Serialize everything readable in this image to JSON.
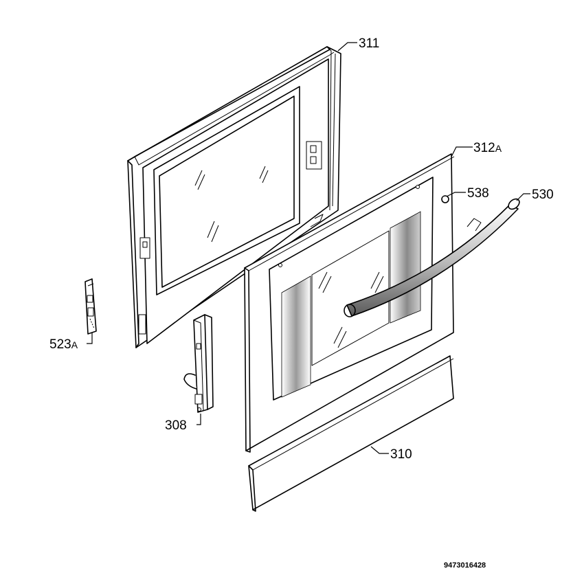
{
  "labels": {
    "p311": "311",
    "p312_num": "312",
    "p312_suffix": "A",
    "p538": "538",
    "p530": "530",
    "p523_num": "523",
    "p523_suffix": "A",
    "p308": "308",
    "p310": "310"
  },
  "drawing_code": "9473016428"
}
